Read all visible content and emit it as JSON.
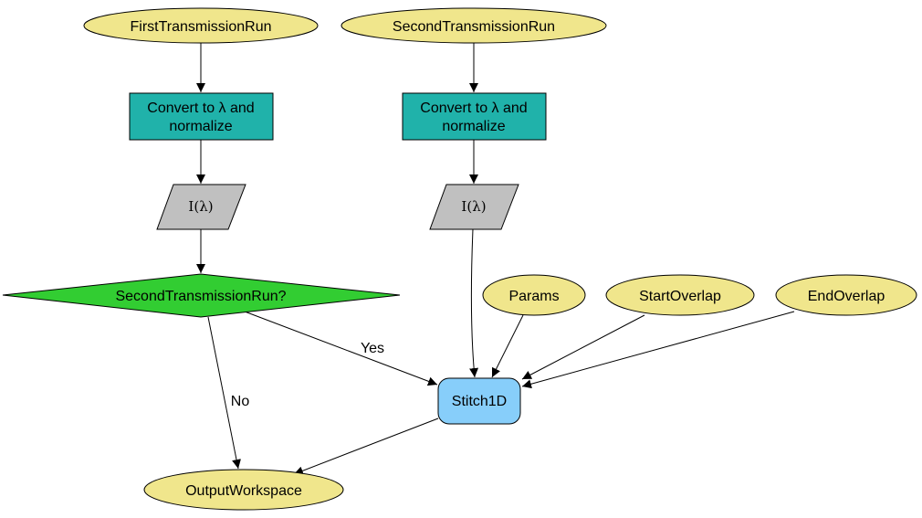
{
  "nodes": {
    "first_run": "FirstTransmissionRun",
    "second_run": "SecondTransmissionRun",
    "convert_left": [
      "Convert to λ and",
      "normalize"
    ],
    "convert_right": [
      "Convert to λ and",
      "normalize"
    ],
    "i_lambda_left": "I(λ)",
    "i_lambda_right": "I(λ)",
    "decision": "SecondTransmissionRun?",
    "params": "Params",
    "start_overlap": "StartOverlap",
    "end_overlap": "EndOverlap",
    "stitch": "Stitch1D",
    "output": "OutputWorkspace"
  },
  "edge_labels": {
    "yes": "Yes",
    "no": "No"
  },
  "colors": {
    "input_fill": "#f0e68c",
    "algorithm_fill": "#20b2aa",
    "value_fill": "#c0c0c0",
    "decision_fill": "#32cd32",
    "stitch_fill": "#87cefa",
    "stroke": "#000000"
  }
}
